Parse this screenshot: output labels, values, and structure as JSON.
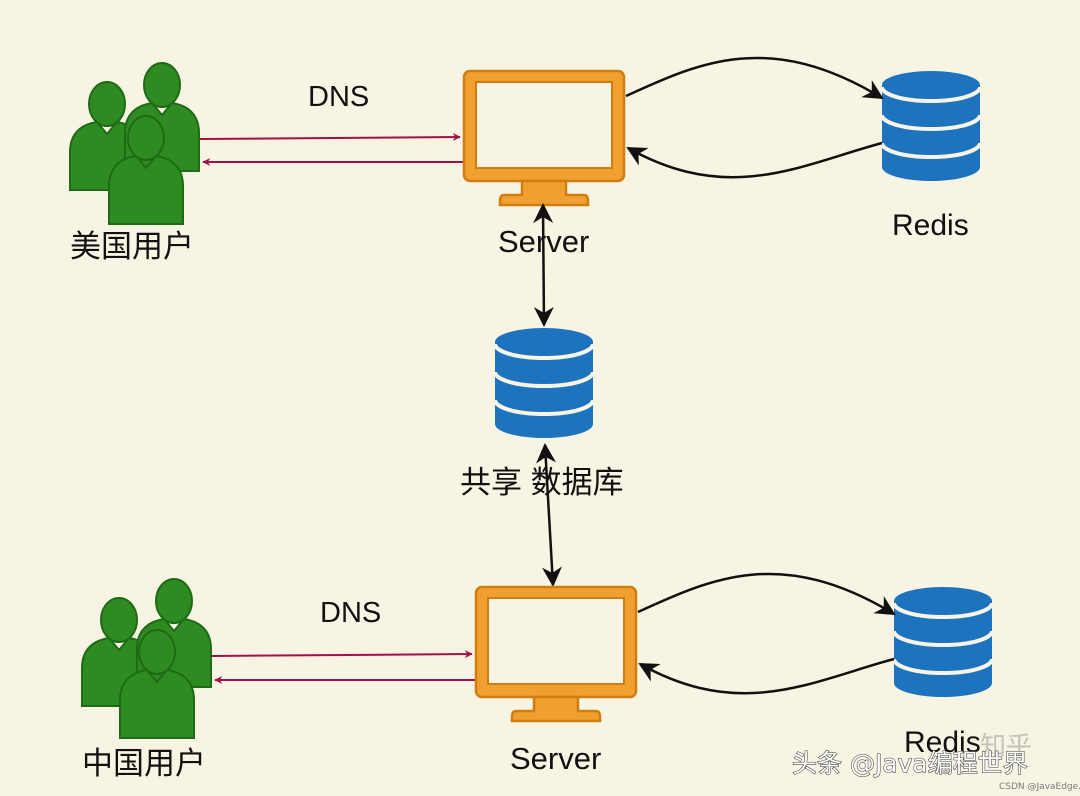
{
  "top_region": {
    "users_label": "美国用户",
    "dns_label": "DNS",
    "server_label": "Server",
    "cache_label": "Redis"
  },
  "shared_db": {
    "label": "共享 数据库"
  },
  "bottom_region": {
    "users_label": "中国用户",
    "dns_label": "DNS",
    "server_label": "Server",
    "cache_label": "Redis"
  },
  "watermark": {
    "main": "头条 @Java编程世界",
    "overlap": "知乎",
    "credit": "CSDN @JavaEdge."
  },
  "colors": {
    "background": "#f8f4e3",
    "user_green": "#2e8b22",
    "user_outline": "#1f6a15",
    "monitor_orange": "#f0a030",
    "monitor_outline": "#d07d10",
    "db_blue": "#1d73be",
    "request_arrow": "#a3104a",
    "link_arrow": "#111111"
  }
}
